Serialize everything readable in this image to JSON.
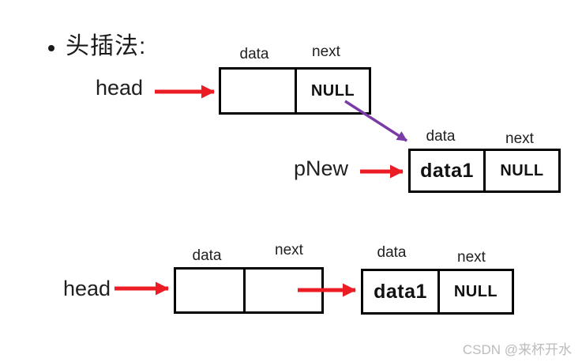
{
  "title": {
    "bullet": "•",
    "text": "头插法:"
  },
  "colors": {
    "arrow-red": "#ec1c24",
    "arrow-purple": "#7a3ba6",
    "text": "#1f1f1f",
    "watermark": "#bcbcbc"
  },
  "diagram_top": {
    "head_pointer": "head",
    "pnew_pointer": "pNew",
    "head_node": {
      "data_label": "data",
      "next_label": "next",
      "data_value": "",
      "next_value": "NULL"
    },
    "pnew_node": {
      "data_label": "data",
      "next_label": "next",
      "data_value": "data1",
      "next_value": "NULL"
    }
  },
  "diagram_bottom": {
    "head_pointer": "head",
    "first_node": {
      "data_label": "data",
      "next_label": "next",
      "data_value": "",
      "next_value": ""
    },
    "second_node": {
      "data_label": "data",
      "next_label": "next",
      "data_value": "data1",
      "next_value": "NULL"
    }
  },
  "watermark": "CSDN @来杯开水"
}
